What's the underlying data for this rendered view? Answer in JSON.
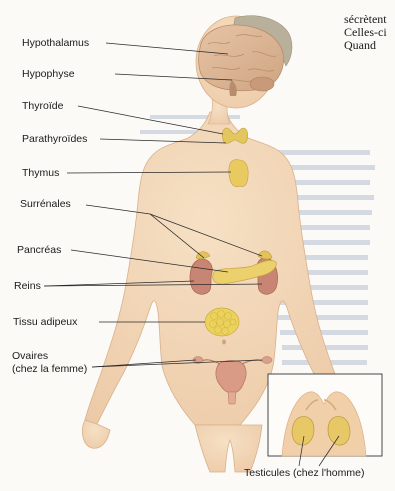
{
  "labels": {
    "hypothalamus": "Hypothalamus",
    "hypophyse": "Hypophyse",
    "thyroide": "Thyroïde",
    "parathyroides": "Parathyroïdes",
    "thymus": "Thymus",
    "surrenales": "Surrénales",
    "pancreas": "Pancréas",
    "reins": "Reins",
    "tissu_adipeux": "Tissu adipeux",
    "ovaires_line1": "Ovaires",
    "ovaires_line2": "(chez la femme)",
    "testicules": "Testicules (chez l'homme)"
  },
  "side_text": [
    "sécrètent",
    "Celles-ci",
    "Quand"
  ],
  "colors": {
    "skin": "#f2d5b3",
    "organ_yellow": "#e7cb63",
    "kidney": "#c98573",
    "brain": "#d9b191",
    "hair": "#b2aa94",
    "leader_lines": "#2a2a2a",
    "background_text": "#6b7fa0"
  }
}
